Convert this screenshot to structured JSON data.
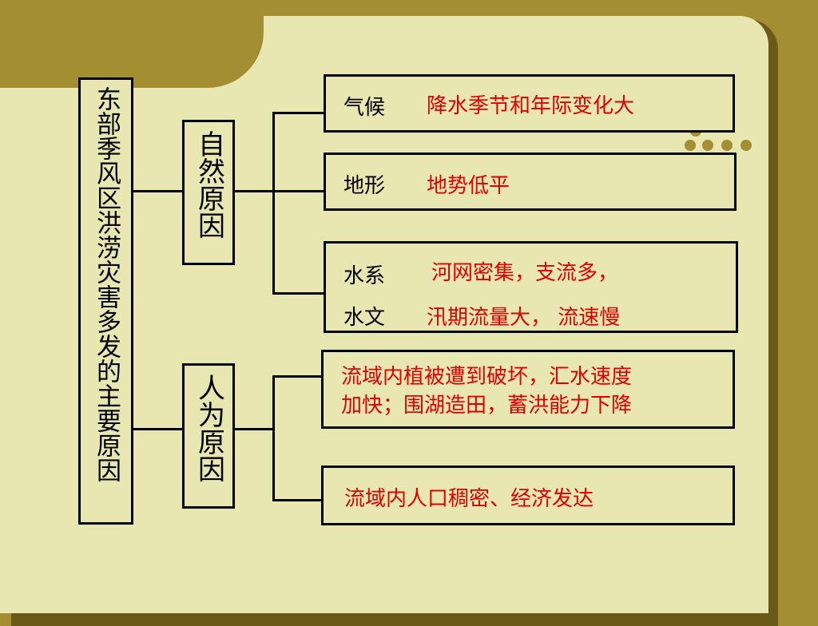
{
  "root": {
    "text": "东部季风区洪涝灾害多发的主要原因"
  },
  "natural": {
    "text": "自然原因"
  },
  "human": {
    "text": "人为原因"
  },
  "climate": {
    "label": "气候",
    "detail": "降水季节和年际变化大"
  },
  "terrain": {
    "label": "地形",
    "detail": "地势低平"
  },
  "water": {
    "label1": "水系",
    "detail1": "河网密集，支流多，",
    "label2": "水文",
    "detail2": "汛期流量大， 流速慢"
  },
  "human_cause1": {
    "line1": "流域内植被遭到破坏，汇水速度",
    "line2": "加快；围湖造田，蓄洪能力下降"
  },
  "human_cause2": {
    "text": "流域内人口稠密、经济发达"
  },
  "colors": {
    "text_red": "#e00000",
    "card": "#e8e6b1",
    "frame": "#a38e31",
    "shadow": "#6b5a17"
  }
}
